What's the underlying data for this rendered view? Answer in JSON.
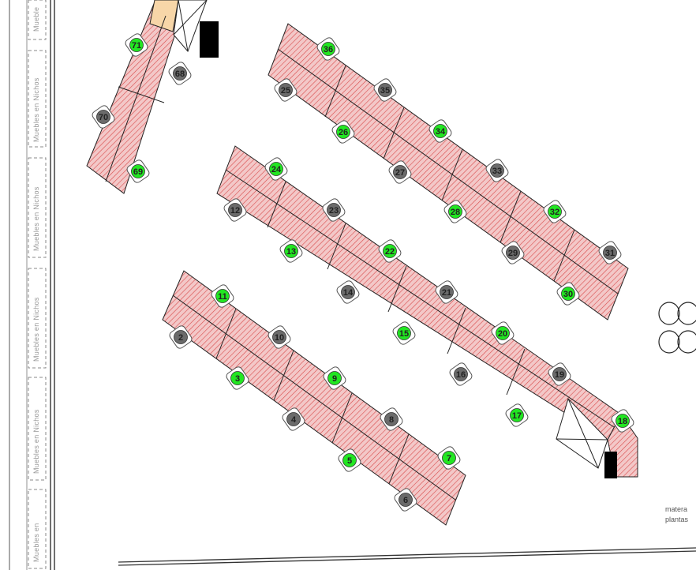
{
  "wall_labels": [
    "Mueble",
    "Muebles en Nichos",
    "Muebles en Nichos",
    "Muebles en Nichos",
    "Muebles en Nichos",
    "Muebles en"
  ],
  "room_labels": [
    "matera",
    "plantas"
  ],
  "colors": {
    "desk_fill": "#f3c8c8",
    "desk_hatch": "#d94a4a",
    "desk_edge": "#222222",
    "seat_available": "#22e622",
    "seat_occupied": "#6b6b6b",
    "seat_outline": "#333333",
    "accent_orange": "#f7d6a8"
  },
  "seats": [
    {
      "id": "71",
      "status": "available"
    },
    {
      "id": "68",
      "status": "occupied"
    },
    {
      "id": "70",
      "status": "occupied"
    },
    {
      "id": "69",
      "status": "available"
    },
    {
      "id": "36",
      "status": "available"
    },
    {
      "id": "25",
      "status": "occupied"
    },
    {
      "id": "35",
      "status": "occupied"
    },
    {
      "id": "26",
      "status": "available"
    },
    {
      "id": "34",
      "status": "available"
    },
    {
      "id": "27",
      "status": "occupied"
    },
    {
      "id": "33",
      "status": "occupied"
    },
    {
      "id": "28",
      "status": "available"
    },
    {
      "id": "32",
      "status": "available"
    },
    {
      "id": "29",
      "status": "occupied"
    },
    {
      "id": "31",
      "status": "occupied"
    },
    {
      "id": "30",
      "status": "available"
    },
    {
      "id": "24",
      "status": "available"
    },
    {
      "id": "12",
      "status": "occupied"
    },
    {
      "id": "23",
      "status": "occupied"
    },
    {
      "id": "13",
      "status": "available"
    },
    {
      "id": "22",
      "status": "available"
    },
    {
      "id": "14",
      "status": "occupied"
    },
    {
      "id": "21",
      "status": "occupied"
    },
    {
      "id": "15",
      "status": "available"
    },
    {
      "id": "20",
      "status": "available"
    },
    {
      "id": "16",
      "status": "occupied"
    },
    {
      "id": "19",
      "status": "occupied"
    },
    {
      "id": "17",
      "status": "available"
    },
    {
      "id": "18",
      "status": "available"
    },
    {
      "id": "11",
      "status": "available"
    },
    {
      "id": "2",
      "status": "occupied"
    },
    {
      "id": "10",
      "status": "occupied"
    },
    {
      "id": "3",
      "status": "available"
    },
    {
      "id": "9",
      "status": "available"
    },
    {
      "id": "4",
      "status": "occupied"
    },
    {
      "id": "8",
      "status": "occupied"
    },
    {
      "id": "5",
      "status": "available"
    },
    {
      "id": "7",
      "status": "available"
    },
    {
      "id": "6",
      "status": "occupied"
    }
  ]
}
